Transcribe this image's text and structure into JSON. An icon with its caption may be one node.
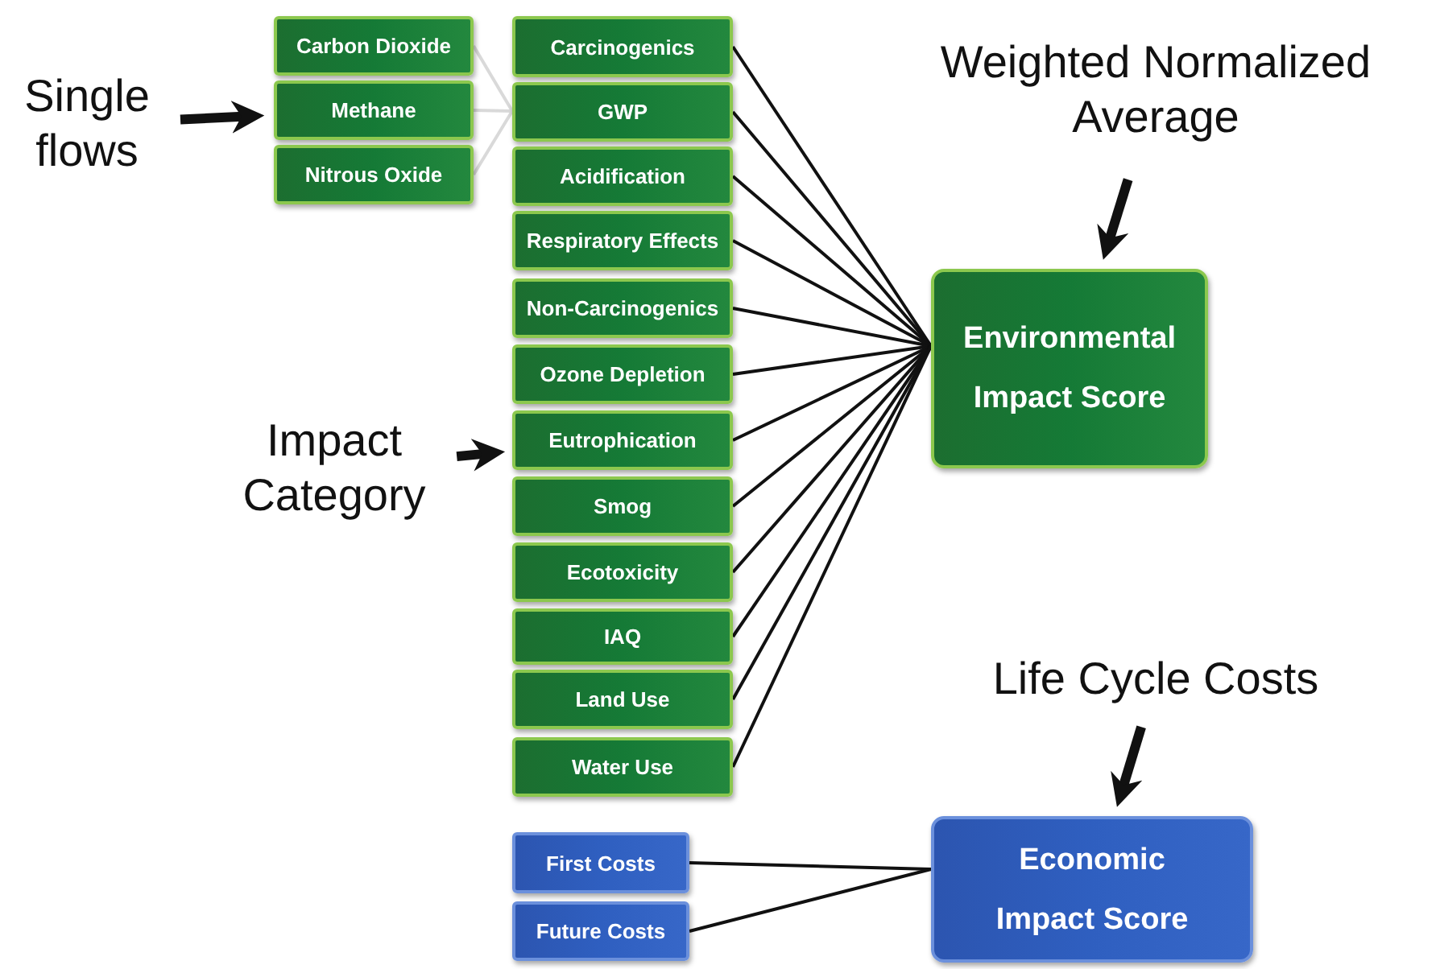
{
  "diagram": {
    "nodes": [
      {
        "text": [
          "Single flows"
        ]
      },
      {
        "text": [
          "Carbon Dioxide"
        ]
      },
      {
        "text": [
          "Methane"
        ]
      },
      {
        "text": [
          "Nitrous Oxide"
        ]
      },
      {
        "text": [
          "Carcinogenics"
        ]
      },
      {
        "text": [
          "GWP"
        ]
      },
      {
        "text": [
          "Acidification"
        ]
      },
      {
        "text": [
          "Respiratory Effects"
        ]
      },
      {
        "text": [
          "Non-Carcinogenics"
        ]
      },
      {
        "text": [
          "Ozone Depletion"
        ]
      },
      {
        "text": [
          "Eutrophication"
        ]
      },
      {
        "text": [
          "Smog"
        ]
      },
      {
        "text": [
          "Ecotoxicity"
        ]
      },
      {
        "text": [
          "IAQ"
        ]
      },
      {
        "text": [
          "Land Use"
        ]
      },
      {
        "text": [
          "Water Use"
        ]
      },
      {
        "text": [
          "Weighted Normalized Average"
        ]
      },
      {
        "text": [
          "Environmental Impact Score"
        ]
      },
      {
        "text": [
          "Impact Category"
        ]
      },
      {
        "text": [
          "Life Cycle Costs"
        ]
      },
      {
        "text": [
          "Economic Impact Score"
        ]
      },
      {
        "text": [
          "First Costs"
        ]
      },
      {
        "text": [
          "Future Costs"
        ]
      }
    ],
    "edges": [
      {
        "from": 0,
        "to": 2,
        "arrow": "to",
        "style": "thick"
      },
      {
        "from": 1,
        "to": 5,
        "arrow": "none",
        "color": "#d9d9d9"
      },
      {
        "from": 2,
        "to": 5,
        "arrow": "none",
        "color": "#d9d9d9"
      },
      {
        "from": 3,
        "to": 5,
        "arrow": "none",
        "color": "#d9d9d9"
      },
      {
        "from": 4,
        "to": 17,
        "arrow": "none"
      },
      {
        "from": 5,
        "to": 17,
        "arrow": "none"
      },
      {
        "from": 6,
        "to": 17,
        "arrow": "none"
      },
      {
        "from": 7,
        "to": 17,
        "arrow": "none"
      },
      {
        "from": 8,
        "to": 17,
        "arrow": "none"
      },
      {
        "from": 9,
        "to": 17,
        "arrow": "none"
      },
      {
        "from": 10,
        "to": 17,
        "arrow": "none"
      },
      {
        "from": 11,
        "to": 17,
        "arrow": "none"
      },
      {
        "from": 12,
        "to": 17,
        "arrow": "none"
      },
      {
        "from": 13,
        "to": 17,
        "arrow": "none"
      },
      {
        "from": 14,
        "to": 17,
        "arrow": "none"
      },
      {
        "from": 15,
        "to": 17,
        "arrow": "none"
      },
      {
        "from": 16,
        "to": 17,
        "arrow": "to",
        "style": "thick"
      },
      {
        "from": 18,
        "to": 10,
        "arrow": "to",
        "style": "thick"
      },
      {
        "from": 19,
        "to": 20,
        "arrow": "to",
        "style": "thick"
      },
      {
        "from": 21,
        "to": 20,
        "arrow": "none"
      },
      {
        "from": 22,
        "to": 20,
        "arrow": "none"
      }
    ]
  }
}
